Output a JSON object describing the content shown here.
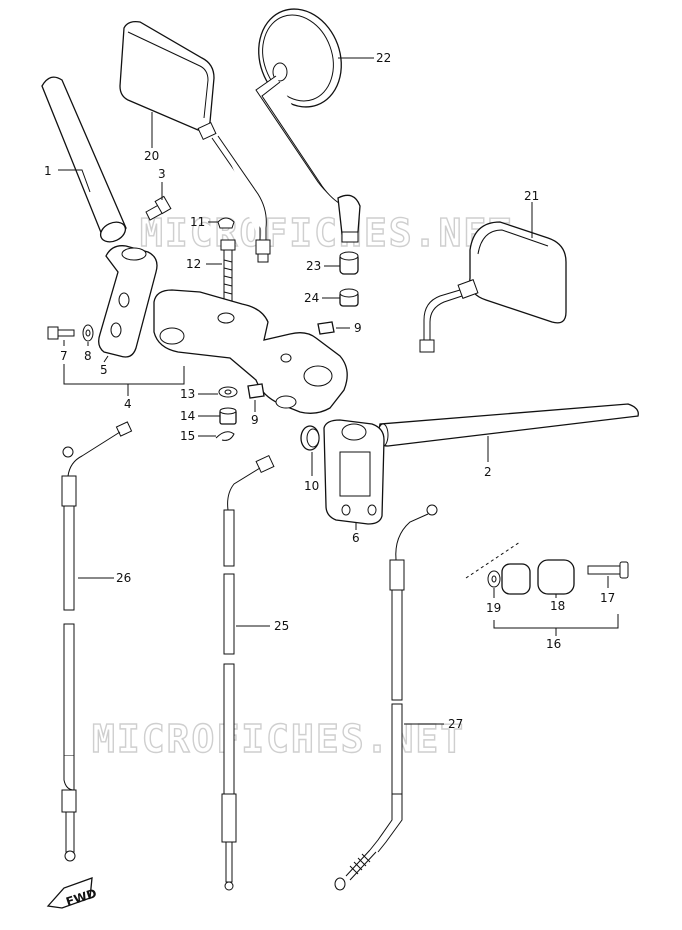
{
  "watermark": "MICROFICHES.NET",
  "fwd_label": "FWD",
  "callouts": [
    {
      "id": "1",
      "label": "1"
    },
    {
      "id": "20",
      "label": "20"
    },
    {
      "id": "22",
      "label": "22"
    },
    {
      "id": "3",
      "label": "3"
    },
    {
      "id": "11",
      "label": "11"
    },
    {
      "id": "12",
      "label": "12"
    },
    {
      "id": "23",
      "label": "23"
    },
    {
      "id": "24",
      "label": "24"
    },
    {
      "id": "9a",
      "label": "9"
    },
    {
      "id": "21",
      "label": "21"
    },
    {
      "id": "7",
      "label": "7"
    },
    {
      "id": "8",
      "label": "8"
    },
    {
      "id": "5",
      "label": "5"
    },
    {
      "id": "4",
      "label": "4"
    },
    {
      "id": "13",
      "label": "13"
    },
    {
      "id": "9b",
      "label": "9"
    },
    {
      "id": "14",
      "label": "14"
    },
    {
      "id": "15",
      "label": "15"
    },
    {
      "id": "10",
      "label": "10"
    },
    {
      "id": "2",
      "label": "2"
    },
    {
      "id": "6",
      "label": "6"
    },
    {
      "id": "26",
      "label": "26"
    },
    {
      "id": "25",
      "label": "25"
    },
    {
      "id": "19",
      "label": "19"
    },
    {
      "id": "18",
      "label": "18"
    },
    {
      "id": "17",
      "label": "17"
    },
    {
      "id": "16",
      "label": "16"
    },
    {
      "id": "27",
      "label": "27"
    }
  ]
}
